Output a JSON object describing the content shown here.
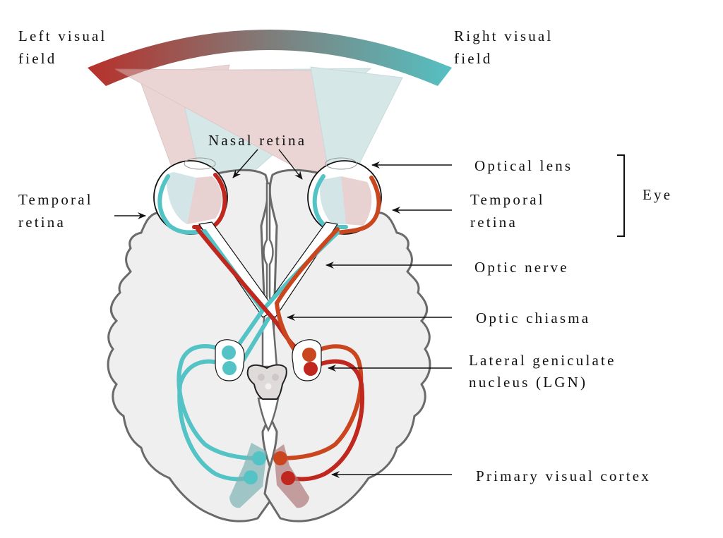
{
  "title": "Visual pathway",
  "colors": {
    "left_field": "#b8302a",
    "right_field": "#55c0c2",
    "red_path": "#c0271f",
    "orange_path": "#c9461f",
    "teal_path": "#53c3c6",
    "brain_fill": "#efefef",
    "brain_outline": "#6a6a6a"
  },
  "labels": {
    "left_visual_field": [
      "Left visual",
      "field"
    ],
    "right_visual_field": [
      "Right visual",
      "field"
    ],
    "nasal_retina": "Nasal retina",
    "temporal_retina_left": [
      "Temporal",
      "retina"
    ],
    "optical_lens": "Optical lens",
    "temporal_retina_right": [
      "Temporal",
      "retina"
    ],
    "eye": "Eye",
    "optic_nerve": "Optic nerve",
    "optic_chiasma": "Optic chiasma",
    "lgn": [
      "Lateral geniculate",
      "nucleus (LGN)"
    ],
    "primary_visual_cortex": "Primary visual cortex"
  }
}
